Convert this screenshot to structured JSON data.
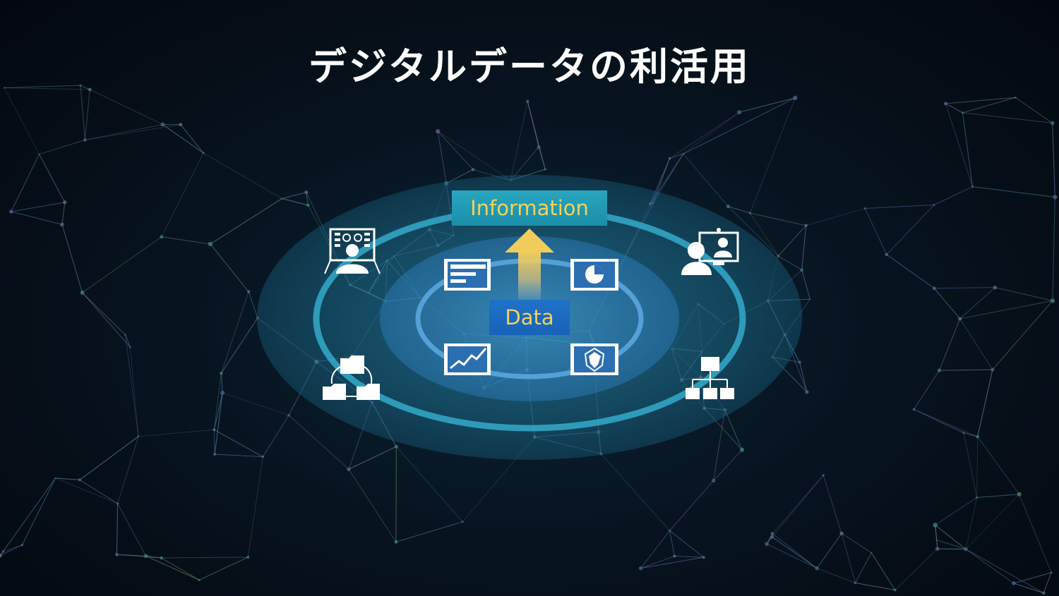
{
  "title": "デジタルデータの利活用",
  "labels": {
    "information": "Information",
    "data": "Data"
  },
  "colors": {
    "title": "#ffffff",
    "label_text": "#f3d25a",
    "information_box": "#23a0ba",
    "data_box": "#1b6cc2",
    "outer_ring": "#2fa4c4",
    "inner_ring": "#4e9ad8",
    "arrow": "#f0cc5a"
  },
  "outer_icons": [
    {
      "name": "remote-monitoring-icon"
    },
    {
      "name": "video-call-icon"
    },
    {
      "name": "folder-share-icon"
    },
    {
      "name": "org-chart-icon"
    }
  ],
  "inner_icons": [
    {
      "name": "document-list-icon"
    },
    {
      "name": "pie-chart-icon"
    },
    {
      "name": "line-chart-icon"
    },
    {
      "name": "radar-chart-icon"
    }
  ]
}
